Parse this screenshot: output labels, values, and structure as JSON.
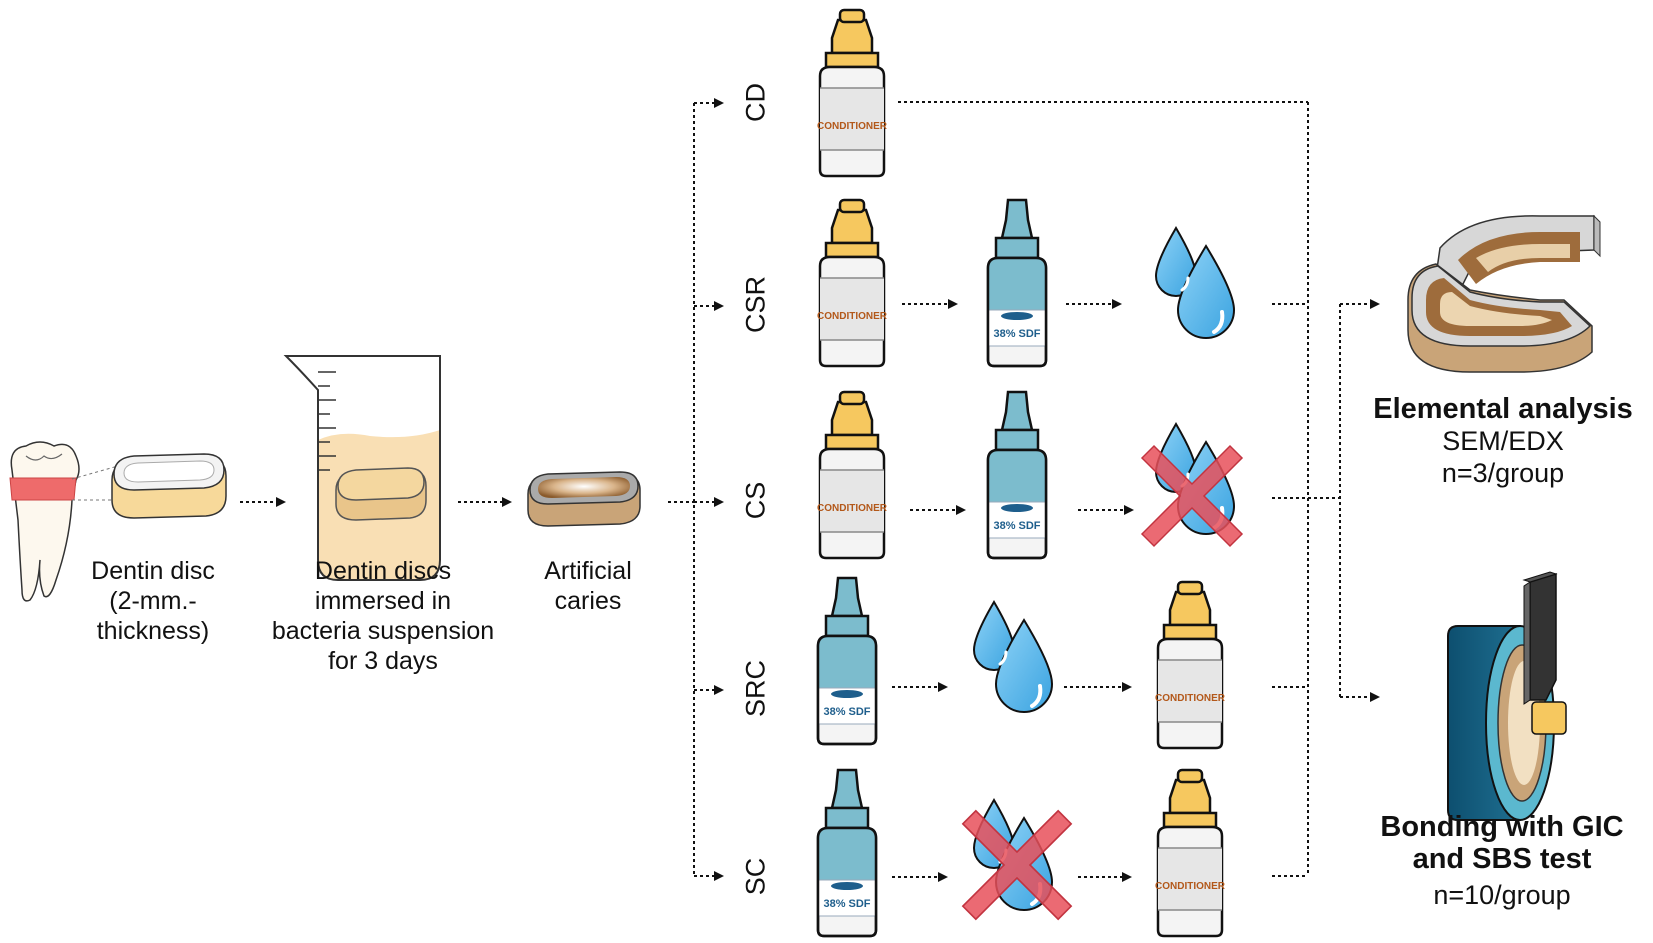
{
  "steps": {
    "disc_label": [
      "Dentin disc",
      "(2-mm.-",
      "thickness)"
    ],
    "beaker_label": [
      "Dentin discs",
      "immersed in",
      "bacteria suspension",
      "for 3 days"
    ],
    "caries_label": [
      "Artificial",
      "caries"
    ]
  },
  "groups": [
    {
      "code": "CD"
    },
    {
      "code": "CSR"
    },
    {
      "code": "CS"
    },
    {
      "code": "SRC"
    },
    {
      "code": "SC"
    }
  ],
  "bottle_labels": {
    "conditioner": "CONDITIONER",
    "sdf": "38% SDF"
  },
  "outcomes": {
    "elemental": {
      "title": "Elemental analysis",
      "method": "SEM/EDX",
      "n": "n=3/group"
    },
    "bonding": {
      "title1": "Bonding with GIC",
      "title2": "and SBS test",
      "n": "n=10/group"
    }
  },
  "colors": {
    "cap_yellow": "#f6c85f",
    "sdf_blue": "#7cbccd",
    "drop_blue": "#5ab4e8",
    "cross_red": "#e8505b",
    "conditioner_text": "#b3581a",
    "sdf_text": "#1e5e8c",
    "dentin_tan": "#c9a478"
  },
  "icons": [
    "tooth-icon",
    "disc-icon",
    "beaker-icon",
    "caries-disc-icon",
    "conditioner-bottle-icon",
    "sdf-bottle-icon",
    "water-drops-icon",
    "cross-icon",
    "sectioned-disc-icon",
    "sbs-test-icon"
  ]
}
